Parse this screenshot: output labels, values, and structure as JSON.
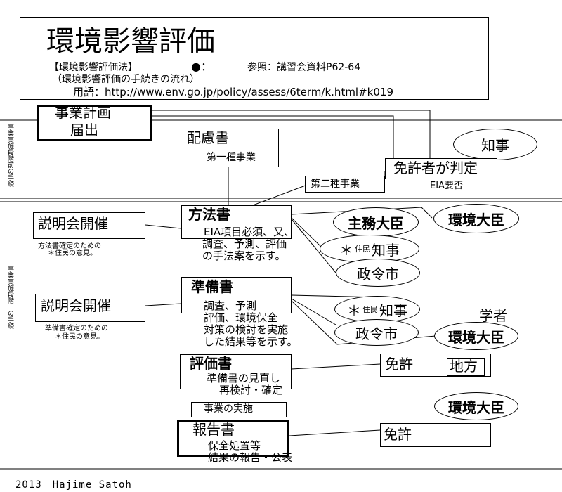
{
  "header": {
    "title": "環境影響評価",
    "law": "【環境影響評価法】",
    "marker": "●：",
    "reference": "参照：講習会資料P62-64",
    "subtitle": "（環境影響評価の手続きの流れ）",
    "glossary": "用語：http://www.env.go.jp/policy/assess/6term/k.html#k019"
  },
  "side": {
    "before": "事業実施段階前の手続",
    "during": "事業実施段階　の手続"
  },
  "boxes": {
    "plan_line1": "事業計画",
    "plan_line2": "届出",
    "hairyo": "配慮書",
    "type1": "第一種事業",
    "license_judge": "免許者が判定",
    "eia_need": "EIA要否",
    "type2": "第二種事業",
    "method": "方法書",
    "method_d1": "EIA項目必須、又、",
    "method_d2": "調査、予測、評価",
    "method_d3": "の手法案を示す。",
    "briefing1": "説明会開催",
    "briefing1_n1": "方法書確定のための",
    "briefing1_n2": "＊住民の意見。",
    "junbi": "準備書",
    "junbi_d1": "調査、予測",
    "junbi_d2": "評価、環境保全",
    "junbi_d3": "対策の検討を実施",
    "junbi_d4": "した結果等を示す。",
    "briefing2": "説明会開催",
    "briefing2_n1": "準備書確定のための",
    "briefing2_n2": "＊住民の意見。",
    "hyoka": "評価書",
    "hyoka_d1": "準備書の見直し",
    "hyoka_d2": "再検討・確定",
    "jigyo": "事業の実施",
    "hokoku": "報告書",
    "hokoku_d1": "保全処置等",
    "hokoku_d2": "結果の報告・公表",
    "menkyo1": "免許",
    "chiho": "地方",
    "menkyo2": "免許"
  },
  "ovals": {
    "chiji": "知事",
    "shumu": "主務大臣",
    "kankyo1": "環境大臣",
    "jumin1_mark": "＊",
    "jumin1_small": "住民",
    "jumin1_main": "知事",
    "seirei1": "政令市",
    "jumin2_mark": "＊",
    "jumin2_small": "住民",
    "jumin2_main": "知事",
    "seirei2": "政令市",
    "gakusha": "学者",
    "kankyo2": "環境大臣",
    "kankyo3": "環境大臣"
  },
  "footer": {
    "credit": "2013　Hajime Satoh"
  }
}
